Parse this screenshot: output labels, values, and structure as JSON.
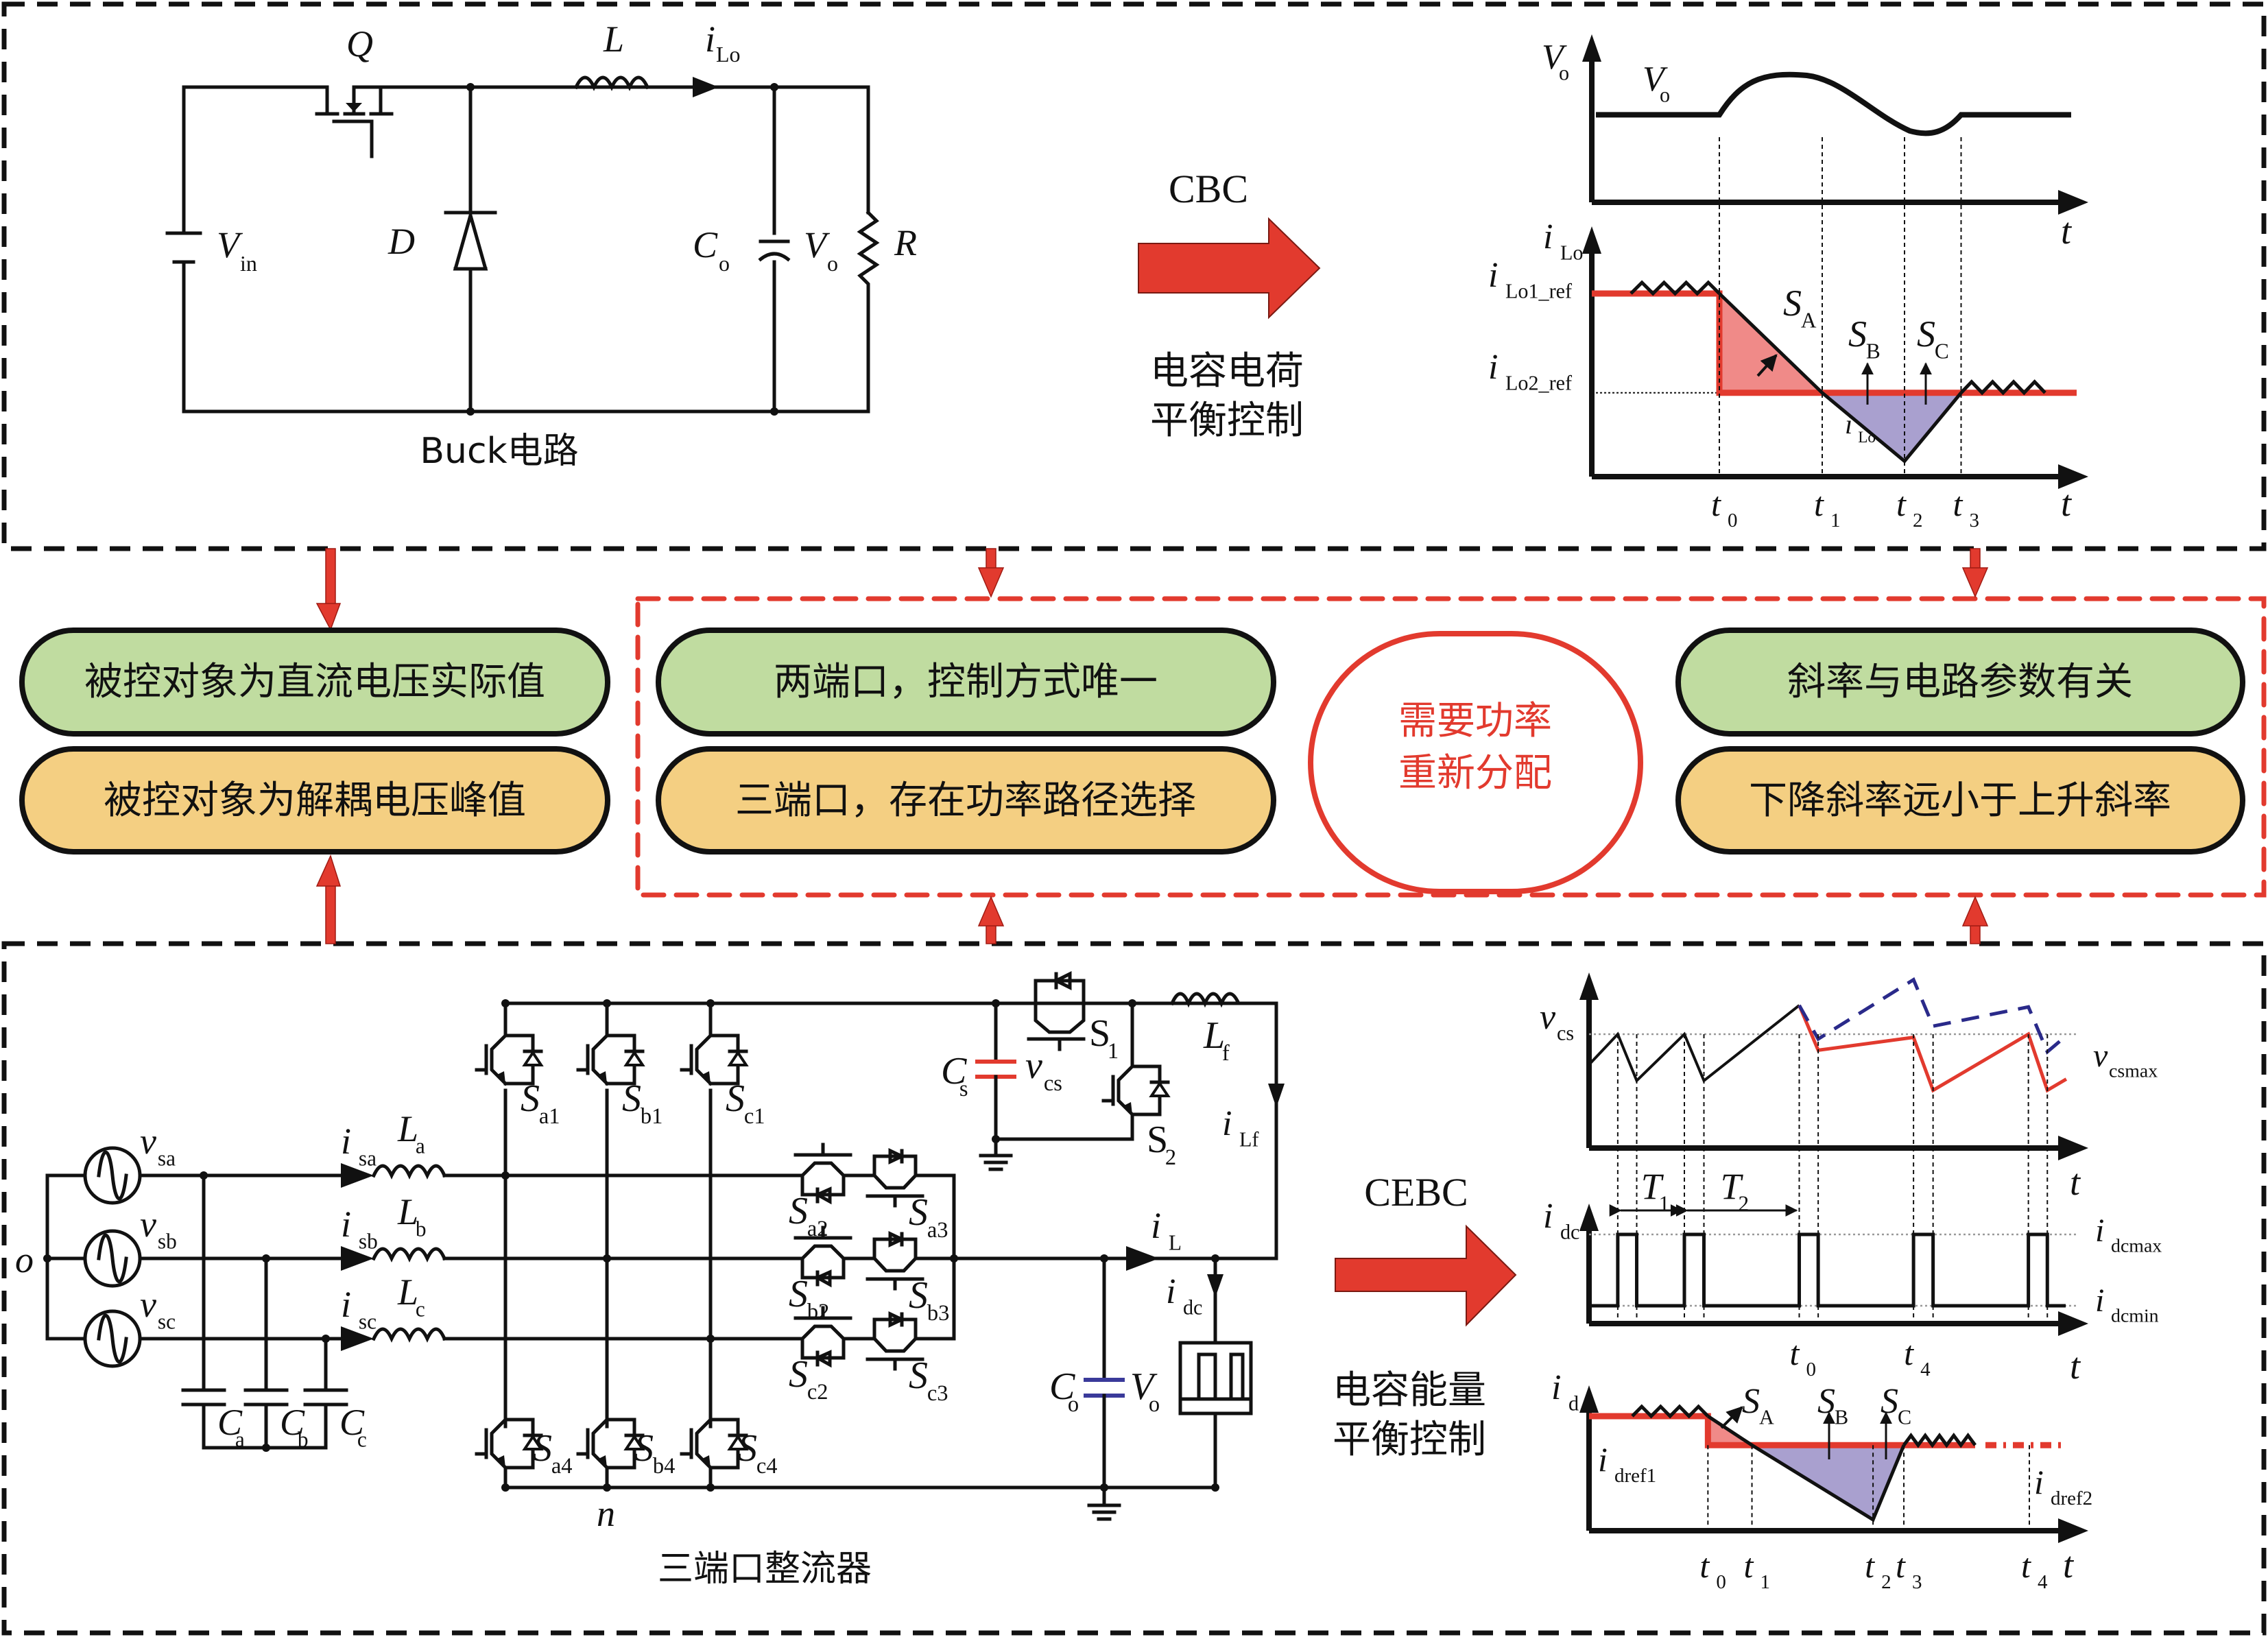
{
  "figure": {
    "top_panel": {
      "circuit_title": "Buck电路",
      "labels": {
        "switch": "Q",
        "inductor": "L",
        "current": "i",
        "current_sub": "Lo",
        "source": "V",
        "source_sub": "in",
        "diode": "D",
        "cap": "C",
        "cap_sub": "o",
        "vout": "V",
        "vout_sub": "o",
        "load": "R"
      },
      "method": "CBC",
      "method_desc": [
        "电容电荷",
        "平衡控制"
      ],
      "colors": {
        "arrow": "#e23a2e",
        "area_positive": "#f08a88",
        "area_negative": "#a9a0cf",
        "ref_line": "#e23a2e"
      }
    },
    "middle_panel": {
      "left": {
        "top_pill": "被控对象为直流电压实际值",
        "bottom_pill": "被控对象为解耦电压峰值"
      },
      "center": {
        "top_pill": "两端口，控制方式唯一",
        "bottom_pill": "三端口，存在功率路径选择"
      },
      "oval": [
        "需要功率",
        "重新分配"
      ],
      "right": {
        "top_pill": "斜率与电路参数有关",
        "bottom_pill": "下降斜率远小于上升斜率"
      },
      "colors": {
        "green": "#c0dca0",
        "amber": "#f4cf82",
        "accent": "#e23a2e"
      }
    },
    "bottom_panel": {
      "circuit_title": "三端口整流器",
      "labels": {
        "neutral": "o",
        "dc_neg": "n",
        "sources": [
          [
            "v",
            "sa"
          ],
          [
            "v",
            "sb"
          ],
          [
            "v",
            "sc"
          ]
        ],
        "currents": [
          [
            "i",
            "sa"
          ],
          [
            "i",
            "sb"
          ],
          [
            "i",
            "sc"
          ]
        ],
        "inductors": [
          [
            "L",
            "a"
          ],
          [
            "L",
            "b"
          ],
          [
            "L",
            "c"
          ]
        ],
        "filter_caps": [
          [
            "C",
            "a"
          ],
          [
            "C",
            "b"
          ],
          [
            "C",
            "c"
          ]
        ],
        "upper_switches": [
          [
            "S",
            "a1"
          ],
          [
            "S",
            "b1"
          ],
          [
            "S",
            "c1"
          ]
        ],
        "lower_switches": [
          [
            "S",
            "a4"
          ],
          [
            "S",
            "b4"
          ],
          [
            "S",
            "c4"
          ]
        ],
        "bidir_left": [
          [
            "S",
            "a2"
          ],
          [
            "S",
            "b2"
          ],
          [
            "S",
            "c2"
          ]
        ],
        "bidir_right": [
          [
            "S",
            "a3"
          ],
          [
            "S",
            "b3"
          ],
          [
            "S",
            "c3"
          ]
        ],
        "cs": [
          "C",
          "s"
        ],
        "vcs": [
          "v",
          "cs"
        ],
        "s1": [
          "S",
          "1"
        ],
        "s2": [
          "S",
          "2"
        ],
        "lf": [
          "L",
          "f"
        ],
        "ilf": [
          "i",
          "Lf"
        ],
        "il": [
          "i",
          "L"
        ],
        "idc": [
          "i",
          "dc"
        ],
        "co": [
          "C",
          "o"
        ],
        "vo": [
          "V",
          "o"
        ]
      },
      "method": "CEBC",
      "method_desc": [
        "电容能量",
        "平衡控制"
      ],
      "colors": {
        "cs_cap": "#e23a2e",
        "co_cap": "#3a3a9a"
      }
    }
  },
  "chart_data": [
    {
      "type": "line",
      "title": "CBC output voltage",
      "ylabel": "V_o",
      "xlabel": "t",
      "series_label": "V_o",
      "x_markers": [
        "t0",
        "t1",
        "t2",
        "t3"
      ],
      "x_marker_pos": [
        0.0,
        1.0,
        1.8,
        2.35
      ],
      "xlim": [
        -1.2,
        3.6
      ],
      "ylim": [
        0,
        1
      ],
      "points": [
        [
          -1.2,
          0.6
        ],
        [
          0.0,
          0.6
        ],
        [
          0.45,
          0.85
        ],
        [
          0.85,
          0.87
        ],
        [
          1.3,
          0.72
        ],
        [
          1.8,
          0.5
        ],
        [
          2.05,
          0.47
        ],
        [
          2.35,
          0.6
        ],
        [
          3.6,
          0.6
        ]
      ]
    },
    {
      "type": "line",
      "title": "CBC inductor current",
      "ylabel": "i_Lo",
      "xlabel": "t",
      "x_tick_labels": [
        [
          "t",
          "0"
        ],
        [
          "t",
          "1"
        ],
        [
          "t",
          "2"
        ],
        [
          "t",
          "3"
        ]
      ],
      "x_marker_pos": [
        0.0,
        1.0,
        1.8,
        2.35
      ],
      "xlim": [
        -1.2,
        3.6
      ],
      "ylim": [
        0,
        1
      ],
      "ref_levels": [
        {
          "label": [
            "i",
            "Lo1_ref"
          ],
          "value": 0.83
        },
        {
          "label": [
            "i",
            "Lo2_ref"
          ],
          "value": 0.38
        }
      ],
      "current_label": [
        "i",
        "Lo"
      ],
      "min_value": 0.07,
      "areas": [
        [
          "S",
          "A"
        ],
        [
          "S",
          "B"
        ],
        [
          "S",
          "C"
        ]
      ]
    },
    {
      "type": "line",
      "title": "CEBC capacitor voltage",
      "ylabel": "v_cs",
      "xlabel": "t",
      "limit_label": [
        "v",
        "csmax"
      ],
      "xlim": [
        0,
        1
      ],
      "ylim": [
        0,
        1
      ],
      "black": [
        [
          0.0,
          0.52
        ],
        [
          0.047,
          0.71
        ],
        [
          0.078,
          0.42
        ],
        [
          0.156,
          0.71
        ],
        [
          0.188,
          0.42
        ],
        [
          0.344,
          0.89
        ]
      ],
      "red": [
        [
          0.344,
          0.89
        ],
        [
          0.375,
          0.61
        ],
        [
          0.531,
          0.69
        ],
        [
          0.563,
          0.36
        ],
        [
          0.719,
          0.71
        ],
        [
          0.75,
          0.36
        ],
        [
          0.781,
          0.43
        ]
      ],
      "blue_dashed": [
        [
          0.344,
          0.89
        ],
        [
          0.375,
          0.68
        ],
        [
          0.531,
          1.05
        ],
        [
          0.563,
          0.76
        ],
        [
          0.719,
          0.88
        ],
        [
          0.75,
          0.6
        ],
        [
          0.781,
          0.7
        ]
      ],
      "vcsmax": 0.71
    },
    {
      "type": "line",
      "title": "CEBC dc current",
      "ylabel": "i_dc",
      "xlabel": "t",
      "levels": {
        "max": [
          "i",
          "dcmax"
        ],
        "min": [
          "i",
          "dcmin"
        ]
      },
      "period_labels": [
        [
          "T",
          "1"
        ],
        [
          "T",
          "2"
        ]
      ],
      "pulse_pairs": [
        [
          0.047,
          0.078
        ],
        [
          0.156,
          0.188
        ],
        [
          0.344,
          0.375
        ],
        [
          0.531,
          0.563
        ],
        [
          0.719,
          0.75
        ]
      ],
      "x_tick_labels": [
        [
          "t",
          "0"
        ],
        [
          "t",
          "4"
        ]
      ],
      "xlim": [
        0,
        1
      ]
    },
    {
      "type": "line",
      "title": "CEBC d-axis current",
      "ylabel": "i_d",
      "xlabel": "t",
      "ref_levels": [
        {
          "label": [
            "i",
            "dref1"
          ],
          "value": 0.83
        },
        {
          "label": [
            "i",
            "dref2"
          ],
          "value": 0.62
        }
      ],
      "x_tick_labels": [
        [
          "t",
          "0"
        ],
        [
          "t",
          "1"
        ],
        [
          "t",
          "2"
        ],
        [
          "t",
          "3"
        ],
        [
          "t",
          "4"
        ]
      ],
      "x_marker_pos": [
        0.27,
        0.37,
        0.645,
        0.715,
        1.0
      ],
      "min_value": 0.08,
      "areas": [
        [
          "S",
          "A"
        ],
        [
          "S",
          "B"
        ],
        [
          "S",
          "C"
        ]
      ]
    }
  ]
}
